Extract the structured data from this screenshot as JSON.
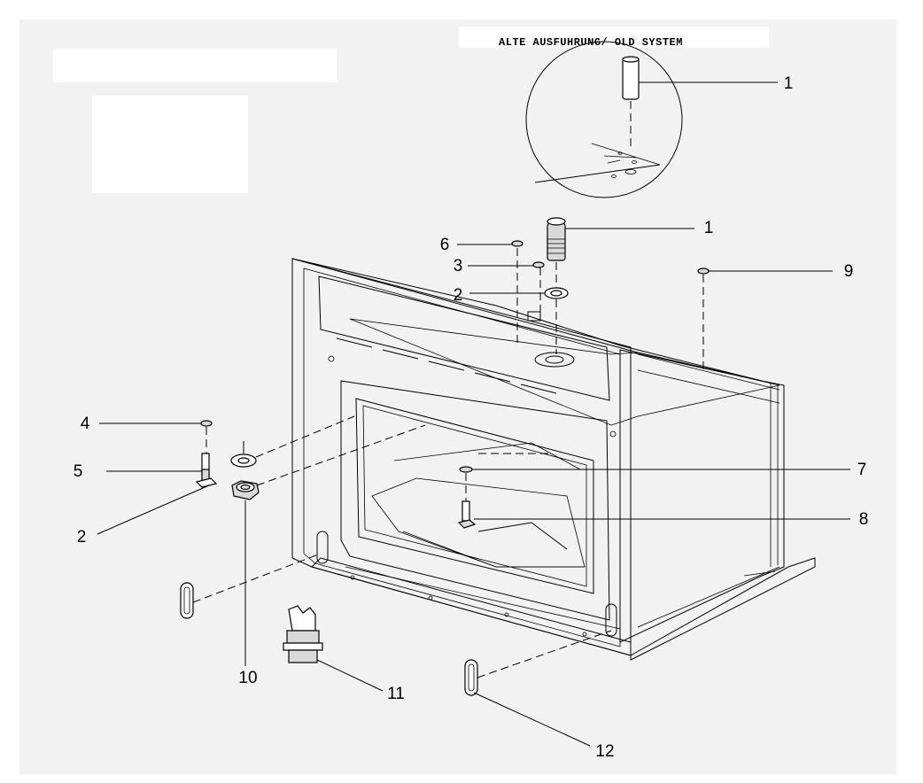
{
  "detail": {
    "title": "ALTE AUSFUHRUNG/ OLD SYSTEM",
    "label_1": "1"
  },
  "callouts": {
    "c1": "1",
    "c2a": "2",
    "c2b": "2",
    "c3": "3",
    "c4": "4",
    "c5": "5",
    "c6": "6",
    "c7": "7",
    "c8": "8",
    "c9": "9",
    "c10": "10",
    "c11": "11",
    "c12": "12"
  },
  "colors": {
    "background": "#ffffff",
    "page_band": "#f2f2f2",
    "line": "#000000",
    "part_fill": "#d9d9d9"
  }
}
